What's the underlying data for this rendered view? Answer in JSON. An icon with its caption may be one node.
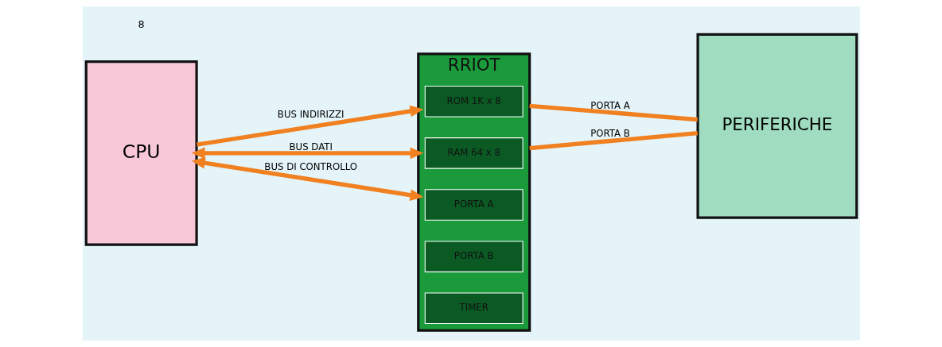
{
  "diagram": {
    "nodes": [
      {
        "text": [
          "CPU"
        ]
      },
      {
        "text": [
          "RRIOT"
        ]
      },
      {
        "text": [
          "ROM 1K x 8"
        ],
        "in": 1
      },
      {
        "text": [
          "RAM 64 x 8"
        ],
        "in": 1
      },
      {
        "text": [
          "PORTA A"
        ],
        "in": 1
      },
      {
        "text": [
          "PORTA B"
        ],
        "in": 1
      },
      {
        "text": [
          "TIMER"
        ],
        "in": 1
      },
      {
        "text": [
          "PERIFERICHE"
        ]
      }
    ],
    "edges": [
      {
        "from": 0,
        "to": 1,
        "arrow": "to",
        "label": "BUS INDIRIZZI"
      },
      {
        "from": 0,
        "to": 1,
        "arrow": "both",
        "label": "BUS DATI"
      },
      {
        "from": 0,
        "to": 1,
        "arrow": "both",
        "label": "BUS DI CONTROLLO"
      },
      {
        "from": 1,
        "to": 7,
        "arrow": "none",
        "label": "PORTA A"
      },
      {
        "from": 1,
        "to": 7,
        "arrow": "none",
        "label": "PORTA B"
      }
    ],
    "labels": [
      "8"
    ]
  }
}
